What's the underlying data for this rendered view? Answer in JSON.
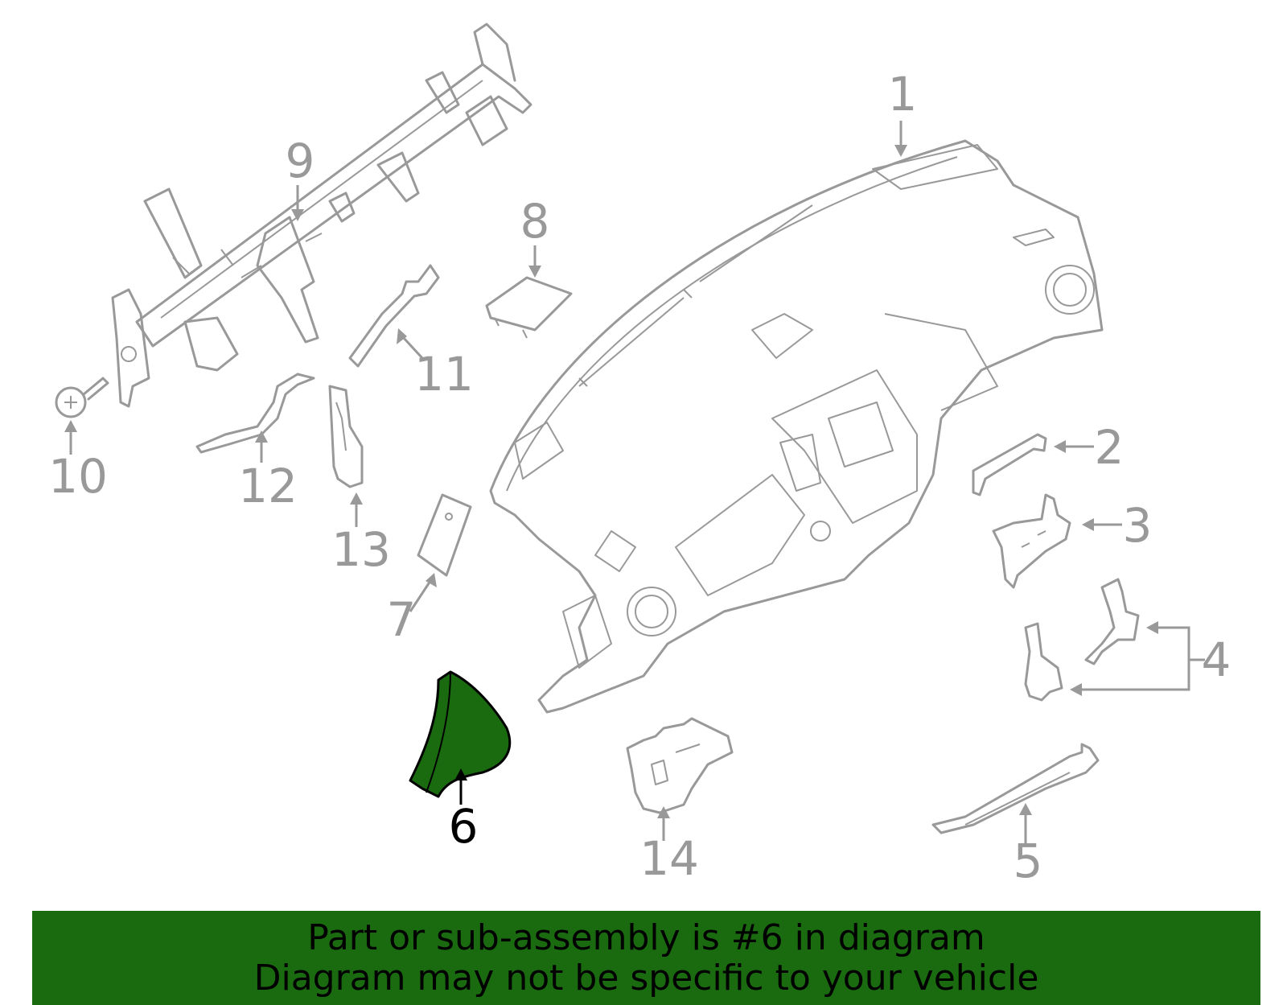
{
  "colors": {
    "highlight": "#1a6b10",
    "outline": "#999999",
    "banner_bg": "#1a6b10",
    "banner_text": "#000000"
  },
  "highlighted_part": "6",
  "callouts": {
    "c1": "1",
    "c2": "2",
    "c3": "3",
    "c4": "4",
    "c5": "5",
    "c6": "6",
    "c7": "7",
    "c8": "8",
    "c9": "9",
    "c10": "10",
    "c11": "11",
    "c12": "12",
    "c13": "13",
    "c14": "14"
  },
  "banner": {
    "line1": "Part or sub-assembly is #6 in diagram",
    "line2": "Diagram may not be specific to your vehicle"
  }
}
